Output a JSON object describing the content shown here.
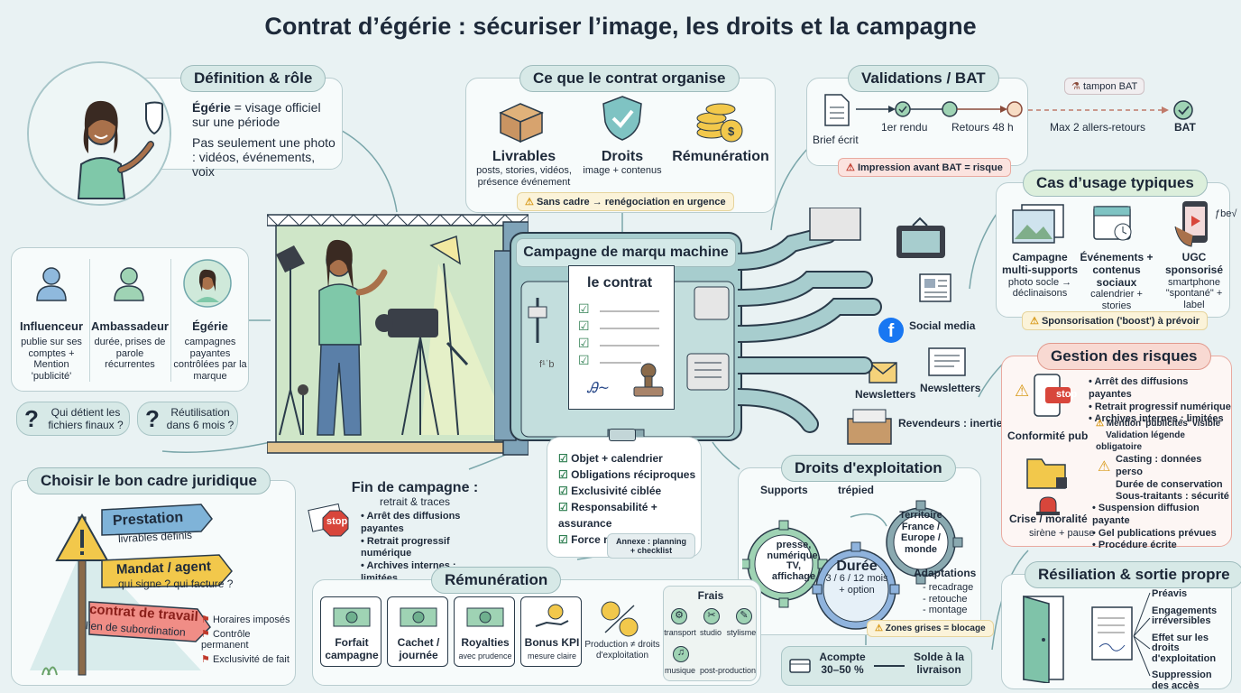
{
  "title": "Contrat d’égérie : sécuriser l’image, les droits et la campagne",
  "definition": {
    "heading": "Définition & rôle",
    "line1a": "Égérie",
    "line1b": " = visage officiel sur une période",
    "line2": "Pas seulement une photo : vidéos, événements, voix"
  },
  "roles": [
    {
      "title": "Influenceur",
      "desc": "publie sur ses comptes + Mention 'publicité'"
    },
    {
      "title": "Ambassadeur",
      "desc": "durée, prises de parole récurrentes"
    },
    {
      "title": "Égérie",
      "desc": "campagnes payantes contrôlées par la marque"
    }
  ],
  "questions": [
    "Qui détient les fichiers finaux ?",
    "Réutilisation dans 6 mois ?"
  ],
  "legal": {
    "heading": "Choisir le bon cadre juridique",
    "sign1": "Prestation",
    "sign1sub": "livrables définis",
    "sign2": "Mandat / agent",
    "sign2sub": "qui signe ? qui facture ?",
    "sign3": "contrat de travail",
    "sign3sub": "lien de subordination",
    "flags": [
      "Horaires imposés",
      "Contrôle permanent",
      "Exclusivité de fait"
    ]
  },
  "organise": {
    "heading": "Ce que le contrat organise",
    "items": [
      {
        "title": "Livrables",
        "desc": "posts, stories, vidéos, présence événement"
      },
      {
        "title": "Droits",
        "desc": "image + contenus"
      },
      {
        "title": "Rémunération",
        "desc": ""
      }
    ],
    "warning": "Sans cadre → renégociation en urgence"
  },
  "validations": {
    "heading": "Validations / BAT",
    "steps": [
      "Brief écrit",
      "1er rendu",
      "Retours 48 h",
      "Max 2 allers-retours",
      "BAT"
    ],
    "stamp": "tampon BAT",
    "warning": "Impression avant BAT = risque"
  },
  "usage": {
    "heading": "Cas d’usage typiques",
    "items": [
      {
        "title": "Campagne multi-supports",
        "desc": "photo socle → déclinaisons"
      },
      {
        "title": "Événements + contenus sociaux",
        "desc": "calendrier + stories"
      },
      {
        "title": "UGC sponsorisé",
        "desc": "smartphone \"spontané\" + label"
      }
    ],
    "phone_text": "ƒbe√",
    "warning": "Sponsorisation ('boost') à prévoir"
  },
  "machine": {
    "title": "Campagne de marqu machine",
    "doc": "le contrat",
    "tag": "f¹ˈb"
  },
  "checklist": {
    "items": [
      "Objet + calendrier",
      "Obligations réciproques",
      "Exclusivité ciblée",
      "Responsabilité + assurance",
      "Force majeure"
    ],
    "annex": "Annexe : planning + checklist"
  },
  "outputs": {
    "social": "Social media",
    "news1": "Newsletters",
    "news2": "Newsletters",
    "retail": "Revendeurs : inertie"
  },
  "risks": {
    "heading": "Gestion des risques",
    "stop": "stop",
    "r1title": "Conformité pub",
    "r1list": [
      "Arrêt des diffusions payantes",
      "Retrait progressif numérique",
      "Archives internes : limitées"
    ],
    "r1warn": "Mention 'publicités' visible",
    "r1warn2": "Validation légende obligatoire",
    "r2list": [
      "Casting : données perso",
      "Durée de conservation",
      "Sous-traitants : sécurité"
    ],
    "r3title": "Crise / moralité",
    "r3sub": "sirène + pause",
    "r3list": [
      "Suspension diffusion payante",
      "Gel publications prévues",
      "Procédure écrite"
    ]
  },
  "end": {
    "heading": "Fin de campagne :",
    "sub": "retrait & traces",
    "stop": "stop",
    "list": [
      "Arrêt des diffusions payantes",
      "Retrait progressif numérique",
      "Archives internes : limitées"
    ]
  },
  "rights": {
    "heading": "Droits d'exploitation",
    "supports": "Supports",
    "tripod": "trépied",
    "gear1": "presse, numérique, TV, affichage",
    "gear2title": "Durée",
    "gear2": "3 / 6 / 12 mois + option",
    "gear3": "Territoire France / Europe / monde",
    "adapt": "Adaptations",
    "adaptlist": [
      "- recadrage",
      "- retouche",
      "- montage"
    ],
    "warning": "Zones grises = blocage"
  },
  "pay": {
    "heading": "Rémunération",
    "items": [
      "Forfait campagne",
      "Cachet / journée",
      "Royalties",
      "Bonus KPI"
    ],
    "sub": [
      "",
      "",
      "avec prudence",
      "mesure claire"
    ],
    "prod": "Production ≠ droits d'exploitation",
    "fees": "Frais",
    "feeitems": [
      "transport",
      "studio",
      "stylisme",
      "musique",
      "post-production"
    ]
  },
  "deposit": {
    "a": "Acompte 30–50 %",
    "b": "Solde à la livraison"
  },
  "exit": {
    "heading": "Résiliation & sortie propre",
    "list": [
      "Préavis",
      "Engagements irréversibles",
      "Effet sur les droits d'exploitation",
      "Suppression des accès"
    ]
  },
  "colors": {
    "accent": "#2f7f88",
    "teal": "#6fa7ab",
    "warn": "#e3b341",
    "red": "#d8463b",
    "bg": "#e9f2f3"
  }
}
